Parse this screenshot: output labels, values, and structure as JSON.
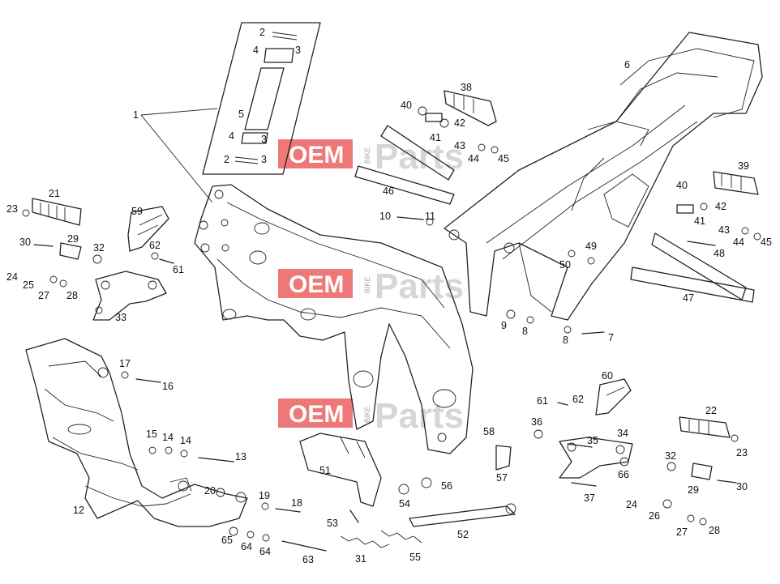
{
  "watermark": {
    "oem": "OEM",
    "bike": "BIKE",
    "parts": "Parts",
    "box_color": "#e84b4b"
  },
  "callouts": [
    "1",
    "2",
    "4",
    "3",
    "5",
    "4",
    "3",
    "2",
    "3",
    "6",
    "38",
    "40",
    "41",
    "42",
    "43",
    "44",
    "45",
    "46",
    "10",
    "11",
    "39",
    "40",
    "41",
    "42",
    "43",
    "44",
    "45",
    "48",
    "47",
    "49",
    "50",
    "9",
    "8",
    "8",
    "7",
    "21",
    "23",
    "59",
    "30",
    "29",
    "32",
    "62",
    "61",
    "24",
    "25",
    "27",
    "28",
    "33",
    "17",
    "16",
    "15",
    "14",
    "14",
    "13",
    "12",
    "20",
    "19",
    "18",
    "65",
    "64",
    "64",
    "63",
    "31",
    "55",
    "53",
    "54",
    "56",
    "51",
    "52",
    "58",
    "57",
    "36",
    "60",
    "61",
    "62",
    "22",
    "23",
    "35",
    "34",
    "66",
    "37",
    "32",
    "29",
    "30",
    "24",
    "26",
    "27",
    "28"
  ]
}
